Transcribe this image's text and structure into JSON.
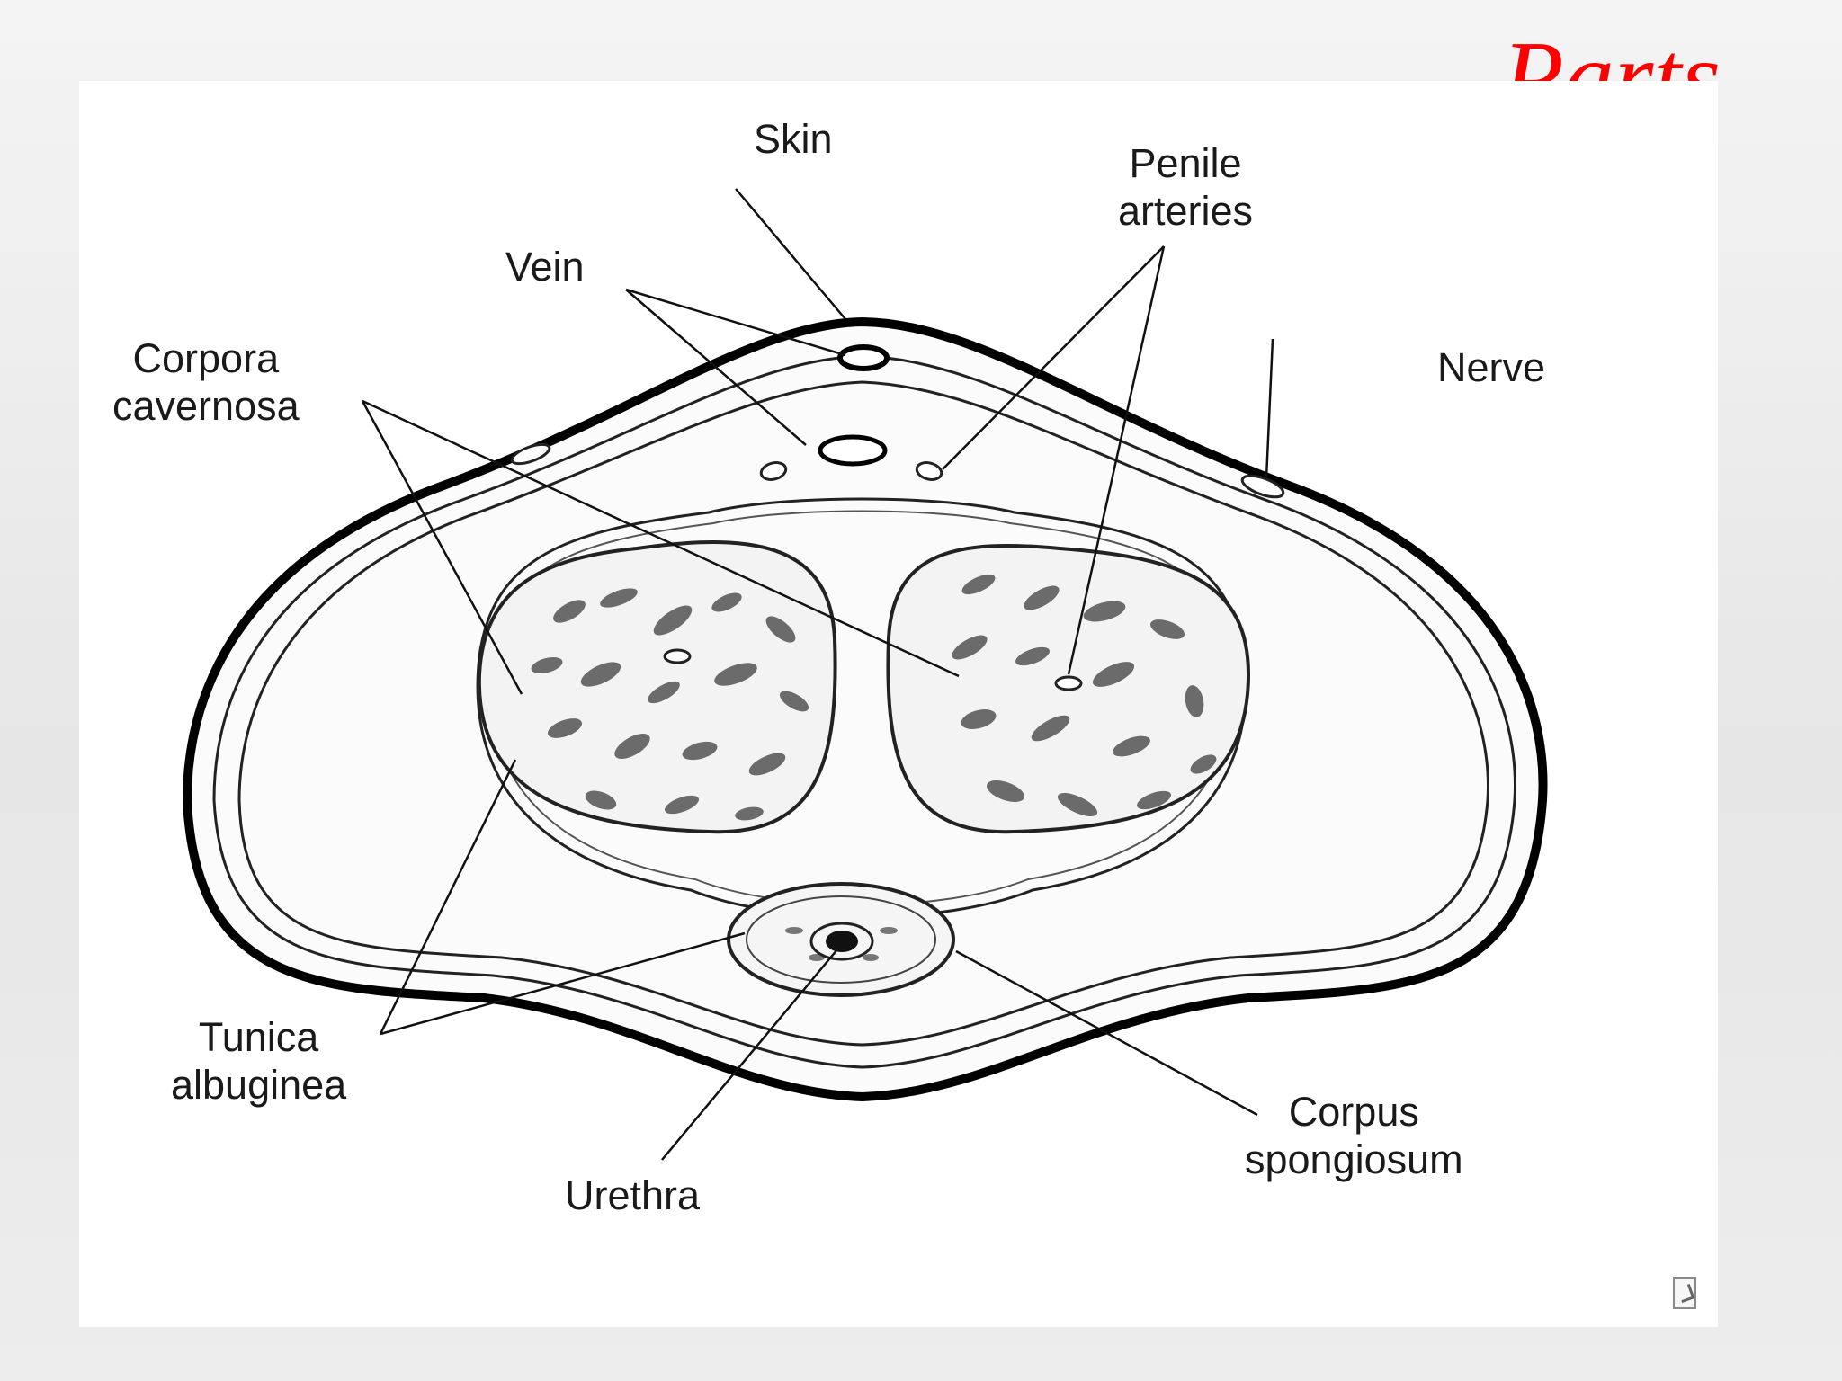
{
  "slide": {
    "title": "Parts"
  },
  "diagram": {
    "labels": {
      "skin": "Skin",
      "vein": "Vein",
      "penile_arteries": [
        "Penile",
        "arteries"
      ],
      "corpora_cavernosa": [
        "Corpora",
        "cavernosa"
      ],
      "nerve": "Nerve",
      "tunica_albuginea": [
        "Tunica",
        "albuginea"
      ],
      "corpus_spongiosum": [
        "Corpus",
        "spongiosum"
      ],
      "urethra": "Urethra"
    }
  }
}
